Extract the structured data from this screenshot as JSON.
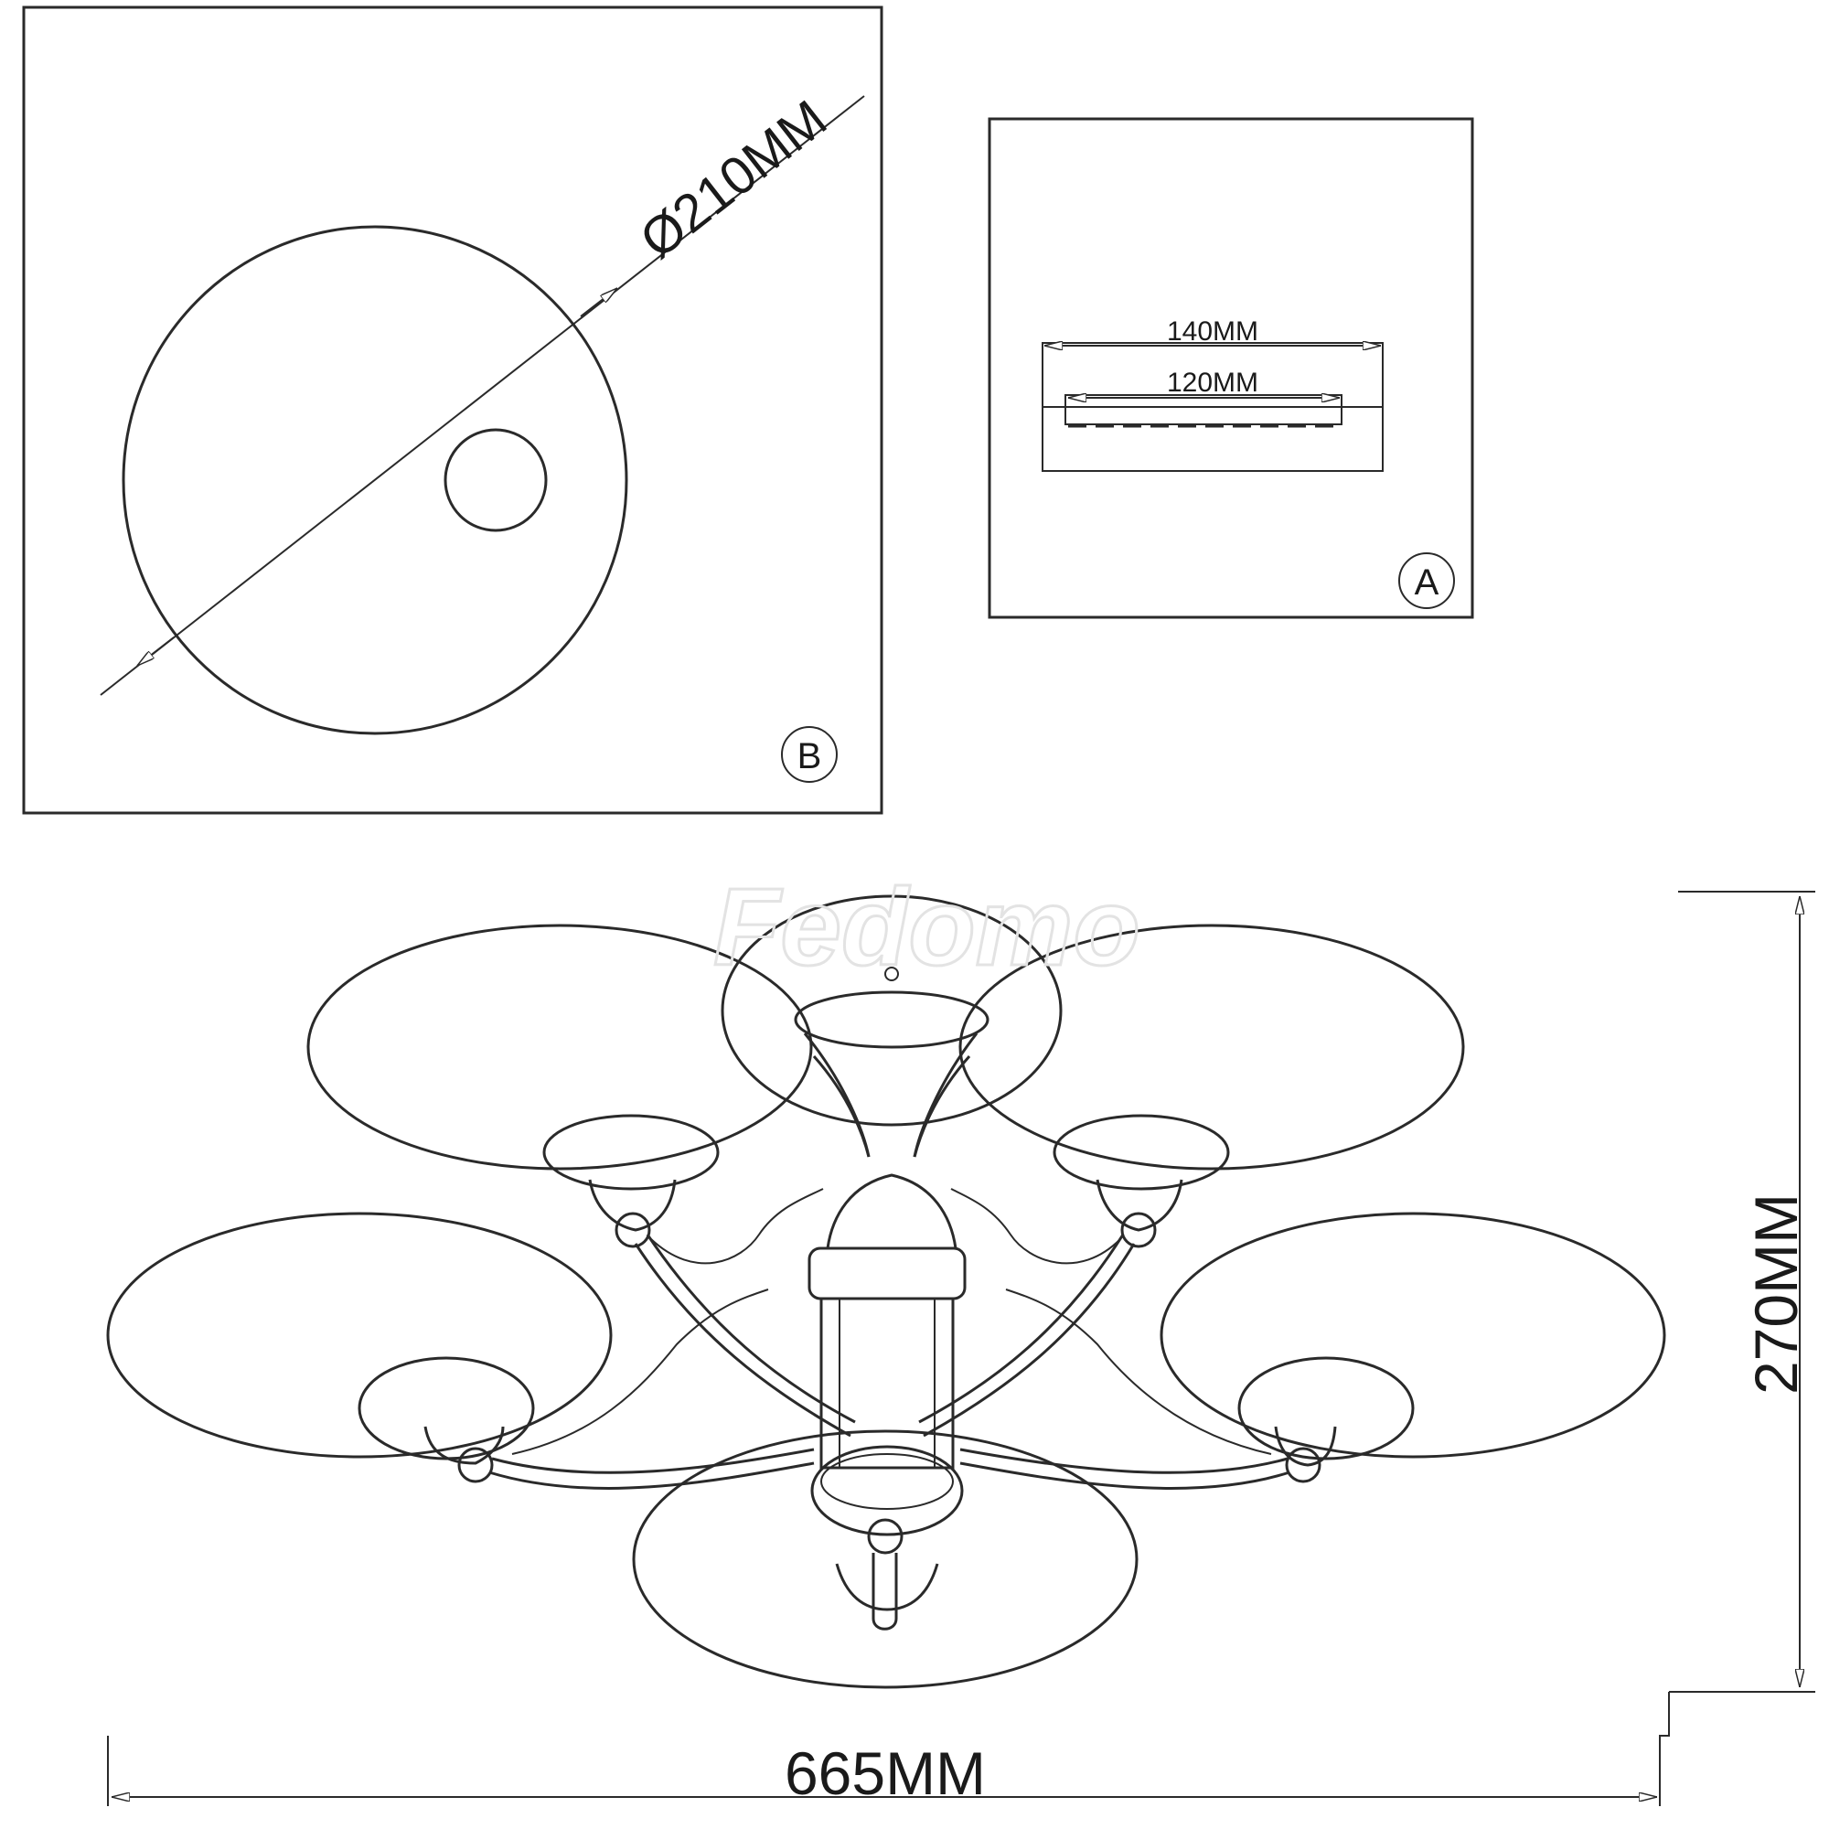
{
  "panel_b": {
    "diameter_label": "Ø210MM",
    "badge": "B"
  },
  "panel_a": {
    "outer_width_label": "140MM",
    "inner_width_label": "120MM",
    "badge": "A"
  },
  "main_view": {
    "width_label": "665MM",
    "height_label": "270MM"
  },
  "watermark": "Fedomo"
}
